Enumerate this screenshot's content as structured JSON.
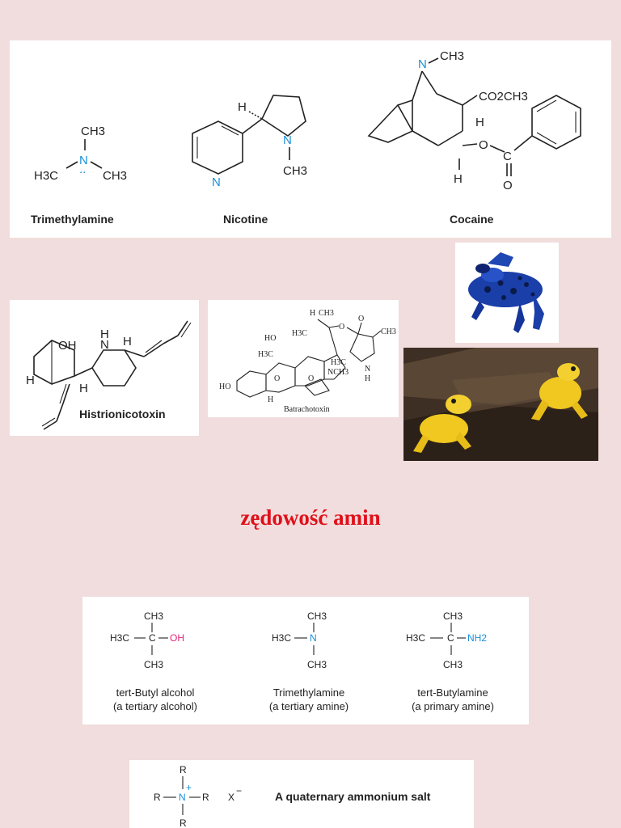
{
  "top_panel": {
    "trimethylamine": {
      "name": "Trimethylamine",
      "ch3": "CH3",
      "h3c": "H3C",
      "n": "N"
    },
    "nicotine": {
      "name": "Nicotine",
      "h": "H",
      "n": "N",
      "ch3": "CH3"
    },
    "cocaine": {
      "name": "Cocaine",
      "n": "N",
      "ch3": "CH3",
      "co2ch3": "CO2CH3",
      "h": "H",
      "o": "O",
      "c": "C"
    }
  },
  "histrionicotoxin": {
    "name": "Histrionicotoxin",
    "oh": "OH",
    "h": "H",
    "nh": "N"
  },
  "batrachotoxin": {
    "name": "Batrachotoxin",
    "ho": "HO",
    "h3c": "H3C",
    "nch3": "NCH3",
    "ch3": "CH3",
    "o": "O",
    "n": "N",
    "h": "H"
  },
  "heading": "zędowość amin",
  "comparison": {
    "tert_butyl_alcohol": {
      "line1": "tert-Butyl alcohol",
      "line2": "(a tertiary alcohol)",
      "group": "OH"
    },
    "trimethylamine": {
      "line1": "Trimethylamine",
      "line2": "(a tertiary amine)",
      "group": "N"
    },
    "tert_butylamine": {
      "line1": "tert-Butylamine",
      "line2": "(a primary amine)",
      "group": "NH2"
    },
    "ch3": "CH3",
    "h3c": "H3C",
    "c": "C"
  },
  "quaternary": {
    "r": "R",
    "n": "N",
    "x": "X",
    "label": "A quaternary ammonium salt"
  },
  "colors": {
    "background": "#f1dddd",
    "heading": "#e0101a",
    "heteroatom": "#1a8fd6",
    "hydroxyl": "#e0257a"
  },
  "images": {
    "frog_blue": "blue poison dart frog",
    "frog_yellow": "golden poison frogs"
  }
}
